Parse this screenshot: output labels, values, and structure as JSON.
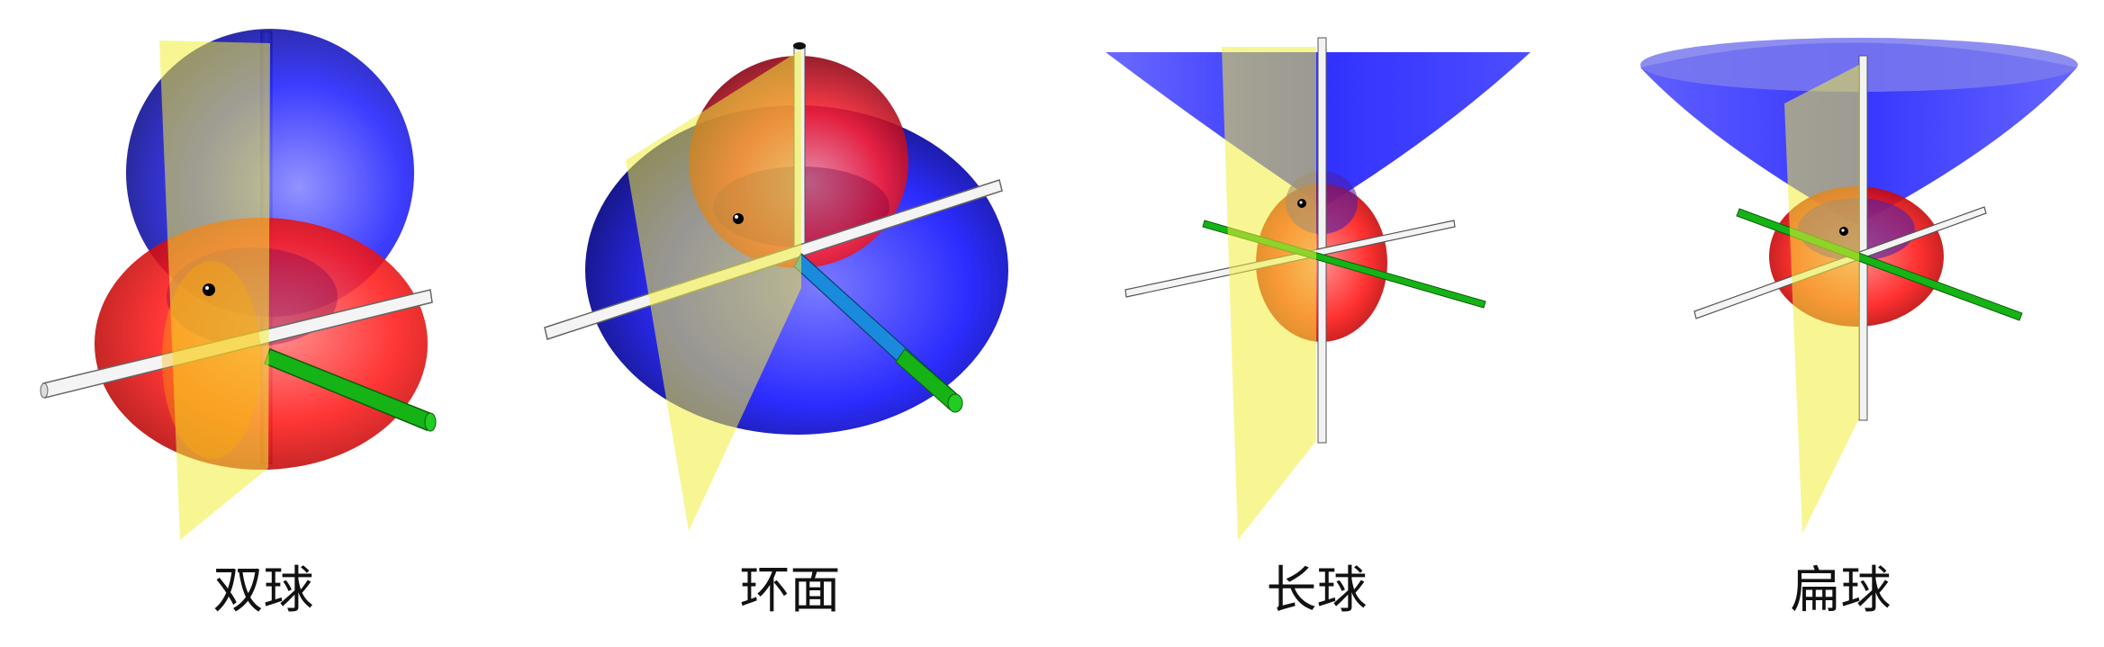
{
  "panels": [
    {
      "id": "bispherical",
      "label": "双球"
    },
    {
      "id": "toroidal",
      "label": "环面"
    },
    {
      "id": "prolate",
      "label": "长球"
    },
    {
      "id": "oblate",
      "label": "扁球"
    }
  ],
  "colors": {
    "surface_red": "#ff1a1a",
    "surface_blue": "#1a1aff",
    "plane_yellow": "#f2ee3a",
    "axis_white": "#f2f2f2",
    "axis_green": "#16b316",
    "point": "#000000"
  }
}
